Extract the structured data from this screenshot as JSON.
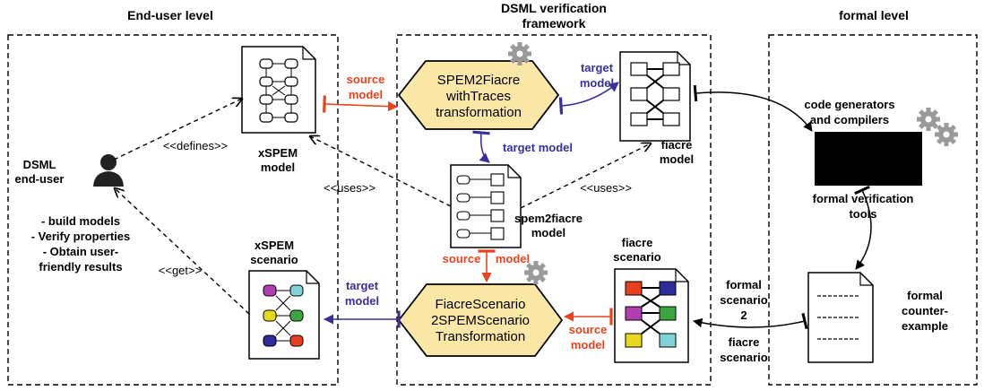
{
  "columns": {
    "left": "End-user level",
    "middle_line1": "DSML verification",
    "middle_line2": "framework",
    "right": "formal level"
  },
  "actor": {
    "label_line1": "DSML",
    "label_line2": "end-user",
    "bullets": [
      "- build models",
      "- Verify properties",
      "- Obtain user-",
      "friendly results"
    ]
  },
  "docs": {
    "xspem_model": [
      "xSPEM",
      "model"
    ],
    "xspem_scenario": [
      "xSPEM",
      "scenario"
    ],
    "spem2fiacre_model": [
      "spem2fiacre",
      "model"
    ],
    "fiacre_model": [
      "fiacre",
      "model"
    ],
    "fiacre_scenario": [
      "fiacre",
      "scenario"
    ],
    "formal_counter": [
      "formal",
      "counter-",
      "example"
    ]
  },
  "transforms": {
    "top": [
      "SPEM2Fiacre",
      "withTraces",
      "transformation"
    ],
    "bottom": [
      "FiacreScenario",
      "2SPEMScenario",
      "Transformation"
    ]
  },
  "edge_labels": {
    "defines": "<<defines>>",
    "uses_left": "<<uses>>",
    "uses_right": "<<uses>>",
    "get": "<<get>>",
    "source_model_top": [
      "source",
      "model"
    ],
    "target_model_top": [
      "target",
      "model"
    ],
    "target_model_mid": "target model",
    "source_model_mid": [
      "source",
      "model"
    ],
    "target_model_bottom": [
      "target",
      "model"
    ],
    "source_model_bottom": [
      "source",
      "model"
    ],
    "formal_scenario": [
      "formal",
      "scenario",
      "2",
      "fiacre",
      "scenario"
    ]
  },
  "tools": {
    "code_gen": [
      "code generators",
      "and compilers"
    ],
    "verif": [
      "formal verification",
      "tools"
    ]
  },
  "colors": {
    "source": "#e8431f",
    "target": "#3a2f9a",
    "transform_fill": "#fbe7a6",
    "gear": "#9a9a9a"
  }
}
